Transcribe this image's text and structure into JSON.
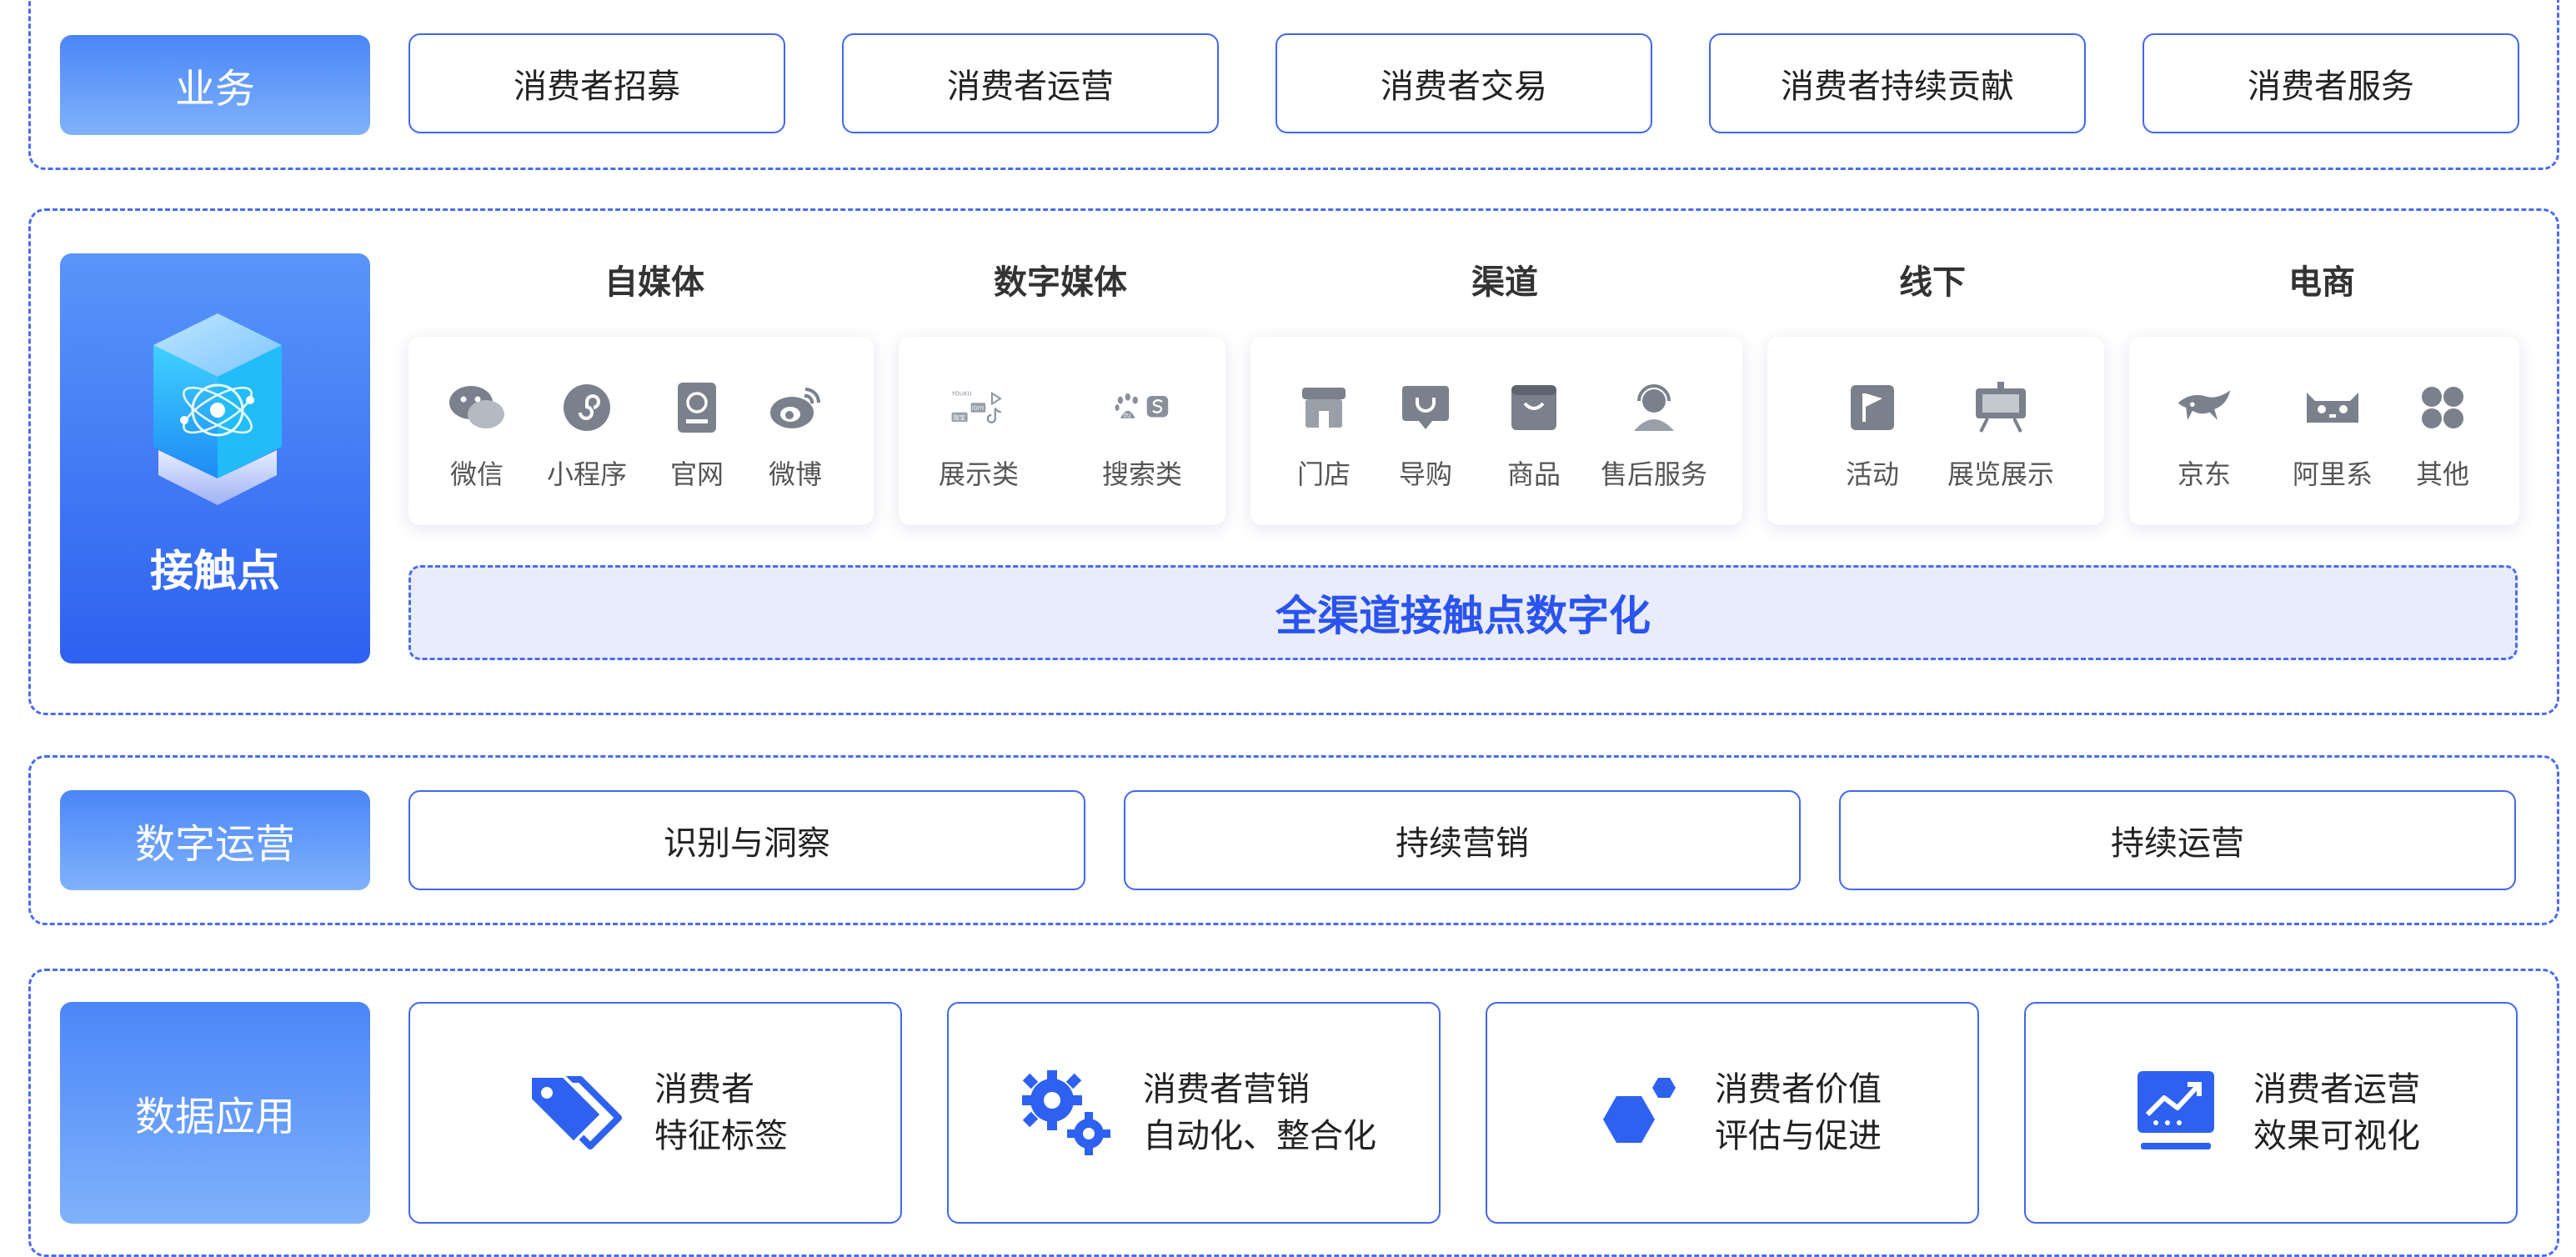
{
  "colors": {
    "accent": "#2e61f0",
    "border": "#4267ef",
    "label_gradient_top": "#4b86f8",
    "label_gradient_bottom": "#7fb2fb",
    "banner_bg": "#e8ecfb",
    "icon_gray": "#7a808c"
  },
  "business": {
    "label": "业务",
    "items": [
      "消费者招募",
      "消费者运营",
      "消费者交易",
      "消费者持续贡献",
      "消费者服务"
    ]
  },
  "touchpoints": {
    "label": "接触点",
    "categories": [
      {
        "title": "自媒体",
        "items": [
          {
            "label": "微信",
            "icon": "wechat-icon"
          },
          {
            "label": "小程序",
            "icon": "mini-program-icon"
          },
          {
            "label": "官网",
            "icon": "website-icon"
          },
          {
            "label": "微博",
            "icon": "weibo-icon"
          }
        ]
      },
      {
        "title": "数字媒体",
        "items": [
          {
            "label": "展示类",
            "icon": "display-media-icon"
          },
          {
            "label": "搜索类",
            "icon": "search-media-icon"
          }
        ]
      },
      {
        "title": "渠道",
        "items": [
          {
            "label": "门店",
            "icon": "store-icon"
          },
          {
            "label": "导购",
            "icon": "shopping-guide-icon"
          },
          {
            "label": "商品",
            "icon": "product-icon"
          },
          {
            "label": "售后服务",
            "icon": "after-sales-icon"
          }
        ]
      },
      {
        "title": "线下",
        "items": [
          {
            "label": "活动",
            "icon": "flag-icon"
          },
          {
            "label": "展览展示",
            "icon": "exhibition-icon"
          }
        ]
      },
      {
        "title": "电商",
        "items": [
          {
            "label": "京东",
            "icon": "jd-icon"
          },
          {
            "label": "阿里系",
            "icon": "tmall-icon"
          },
          {
            "label": "其他",
            "icon": "other-icon"
          }
        ]
      }
    ],
    "banner": "全渠道接触点数字化",
    "display_icon_text": {
      "youku": "YOUKU",
      "iqiyi": "iQIYI",
      "taobao": "淘宝",
      "baidu_du": "du"
    }
  },
  "digital_ops": {
    "label": "数字运营",
    "items": [
      "识别与洞察",
      "持续营销",
      "持续运营"
    ]
  },
  "data_apps": {
    "label": "数据应用",
    "items": [
      {
        "line1": "消费者",
        "line2": "特征标签",
        "icon": "tag-icon"
      },
      {
        "line1": "消费者营销",
        "line2": "自动化、整合化",
        "icon": "gears-icon"
      },
      {
        "line1": "消费者价值",
        "line2": "评估与促进",
        "icon": "hexagons-icon"
      },
      {
        "line1": "消费者运营",
        "line2": "效果可视化",
        "icon": "chart-icon"
      }
    ]
  }
}
